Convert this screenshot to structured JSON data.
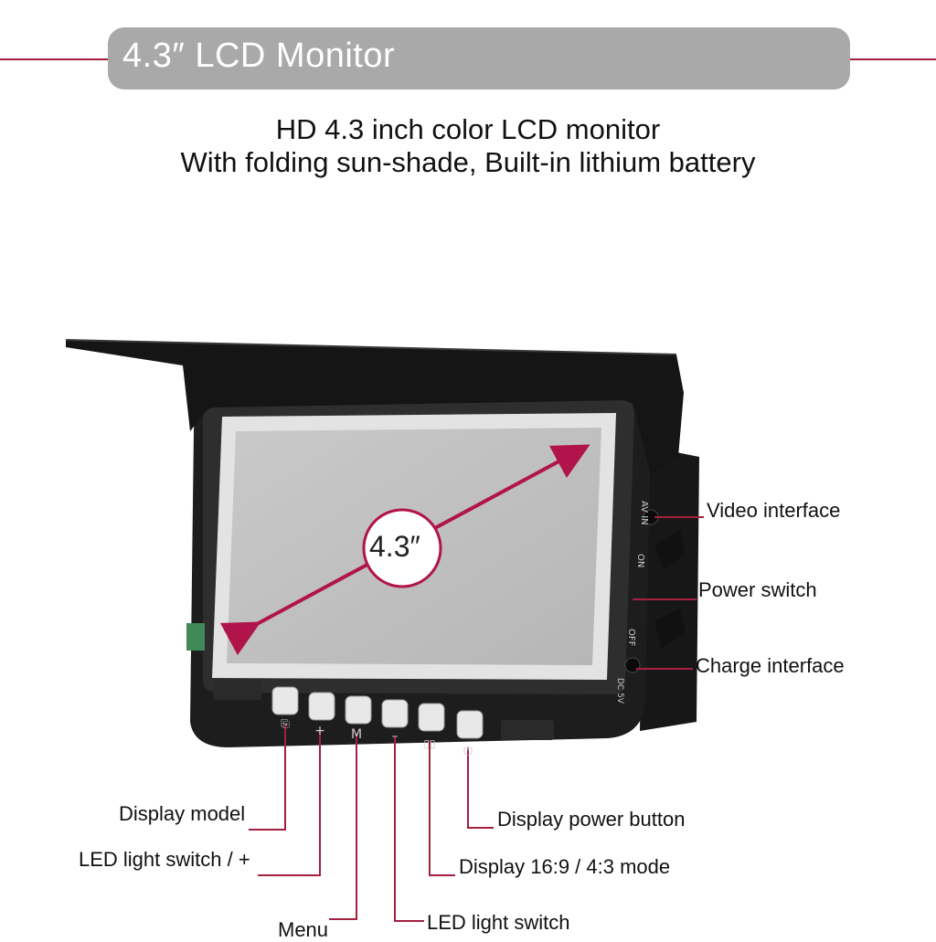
{
  "header": {
    "title": "4.3″ LCD Monitor"
  },
  "subtitle": {
    "line1": "HD 4.3 inch color LCD monitor",
    "line2": "With folding sun-shade, Built-in lithium battery"
  },
  "screen": {
    "size_label": "4.3″"
  },
  "side_panel": {
    "av_in": "AV IN",
    "on": "ON",
    "off": "OFF",
    "dc": "DC 5V"
  },
  "callouts": {
    "video_interface": "Video interface",
    "power_switch": "Power switch",
    "charge_interface": "Charge interface",
    "display_model": "Display model",
    "led_light_switch_plus": "LED light switch / +",
    "menu": "Menu",
    "led_light_switch": "LED light switch",
    "display_ratio_mode": "Display 16:9 / 4:3 mode",
    "display_power_button": "Display  power button"
  },
  "buttons": [
    {
      "name": "display-mode",
      "glyph": "⎐"
    },
    {
      "name": "plus",
      "glyph": "+"
    },
    {
      "name": "menu",
      "glyph": "M"
    },
    {
      "name": "minus",
      "glyph": "–"
    },
    {
      "name": "ratio",
      "glyph": "▯▯"
    },
    {
      "name": "power",
      "glyph": "⏻"
    }
  ],
  "colors": {
    "accent": "#a3203e",
    "header_bg": "#a9a9a9",
    "device_body": "#1c1c1c"
  }
}
